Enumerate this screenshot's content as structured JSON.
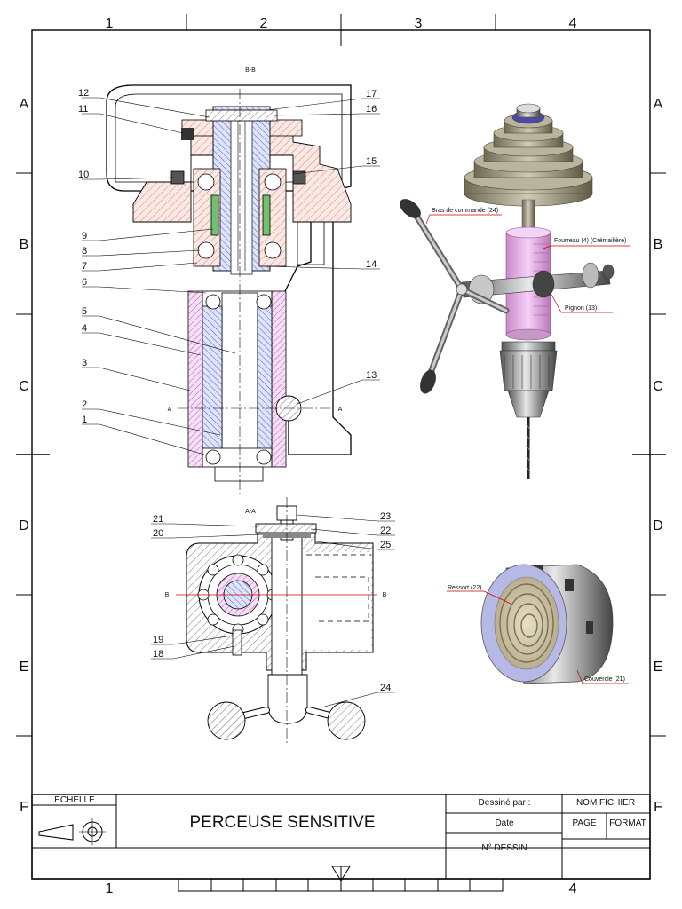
{
  "frame": {
    "columns": [
      "1",
      "2",
      "3",
      "4"
    ],
    "rows": [
      "A",
      "B",
      "C",
      "D",
      "E",
      "F"
    ]
  },
  "section_bb": {
    "title": "B-B",
    "cut_label_a": "A",
    "parts": [
      "1",
      "2",
      "3",
      "4",
      "5",
      "6",
      "7",
      "8",
      "9",
      "10",
      "11",
      "12",
      "13",
      "14",
      "15",
      "16",
      "17"
    ]
  },
  "section_aa": {
    "title": "A-A",
    "cut_label_b": "B",
    "parts": [
      "18",
      "19",
      "20",
      "21",
      "22",
      "23",
      "24",
      "25"
    ]
  },
  "iso_view": {
    "callout_arm": "Bras de commande (24)",
    "callout_sleeve": "Fourreau (4) (Crémaillère)",
    "callout_pinion": "Pignon (13)"
  },
  "spring_view": {
    "callout_spring": "Ressort (22)",
    "callout_cover": "Couvercle (21)"
  },
  "title_block": {
    "scale_label": "ECHELLE",
    "title": "PERCEUSE SENSITIVE",
    "drawn_by": "Dessiné par :",
    "date": "Date",
    "file_name": "NOM FICHIER",
    "page": "PAGE",
    "format": "FORMAT",
    "drawing_no": "N° DESSIN"
  },
  "colors": {
    "hatch_body": "#e8a394",
    "hatch_shaft": "#6f7fd8",
    "hatch_sleeve": "#cc66cc",
    "bearing": "#f4c0b8",
    "spline": "#6fc06f",
    "cut_line": "#d00000",
    "iso_sleeve": "#f0b8f0",
    "iso_pulley": "#a8a48a"
  }
}
